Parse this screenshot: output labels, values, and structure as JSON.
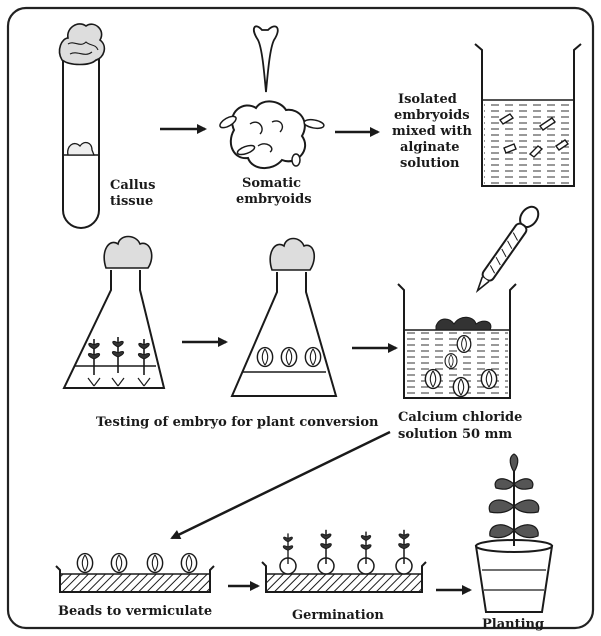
{
  "labels": {
    "callus_1": "Callus",
    "callus_2": "tissue",
    "somatic_1": "Somatic",
    "somatic_2": "embryoids",
    "isolated_1": "Isolated",
    "isolated_2": "embryoids",
    "isolated_3": "mixed with",
    "isolated_4": "alginate",
    "isolated_5": "solution",
    "testing": "Testing of embryo for plant conversion",
    "calcium_1": "Calcium chloride",
    "calcium_2": "solution 50 mm",
    "beads": "Beads to vermiculate",
    "germination": "Germination",
    "planting": "Planting"
  },
  "colors": {
    "ink": "#1a1a1a",
    "frame": "#222222",
    "paper": "#ffffff"
  }
}
